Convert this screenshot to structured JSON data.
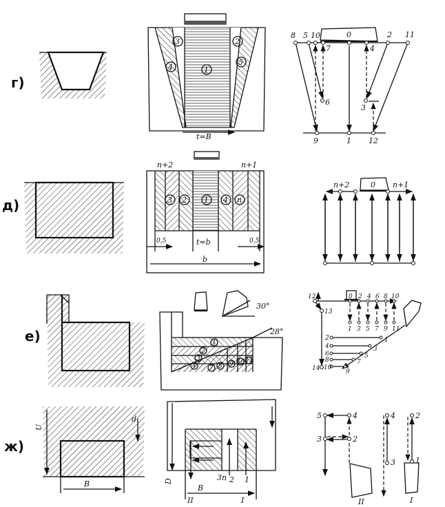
{
  "rows": [
    {
      "label": "г)",
      "middle": {
        "passes": [
          "1",
          "2",
          "3",
          "4",
          "5"
        ],
        "dimension": "t=B"
      },
      "scheme": {
        "points_top": [
          "8",
          "5",
          "10",
          "7",
          "4",
          "2",
          "11"
        ],
        "tool": "0",
        "points_mid": [
          "6",
          "3"
        ],
        "points_bottom": [
          "9",
          "1",
          "12"
        ]
      }
    },
    {
      "label": "д)",
      "middle": {
        "passes": [
          "3",
          "2",
          "1",
          "4",
          "n"
        ],
        "edge_left": "n+2",
        "edge_right": "n+1",
        "allow_left": "0,5",
        "allow_right": "0,5",
        "dimension": "t=b",
        "width": "b"
      },
      "scheme": {
        "tool": "0",
        "left": "n+2",
        "right": "n+1"
      }
    },
    {
      "label": "е)",
      "middle": {
        "passes": [
          "1",
          "2",
          "3",
          "4",
          "7",
          "8",
          "9",
          "10",
          "11"
        ],
        "angle_tool": "30°",
        "angle_wall": "28°"
      },
      "scheme": {
        "tool": "0",
        "start": "12",
        "p13": "13",
        "p14": "14",
        "top": [
          "2",
          "4",
          "6",
          "8",
          "10"
        ],
        "drop": [
          "1",
          "3",
          "5",
          "7",
          "9",
          "11"
        ],
        "left": [
          "2",
          "4",
          "6",
          "8",
          "10"
        ],
        "oblique": [
          "1",
          "3",
          "5",
          "7",
          "9"
        ]
      }
    },
    {
      "label": "ж)",
      "left": {
        "u": "U",
        "d": "d",
        "width": "B"
      },
      "middle": {
        "d": "D",
        "p3": "3п",
        "p2": "2",
        "p1": "1",
        "width": "B",
        "zone2": "II",
        "zone1": "I"
      },
      "scheme": {
        "p5": "5",
        "p4": "4",
        "p3": "3",
        "p2": "2",
        "b4": "4",
        "b3": "3",
        "c2": "2",
        "c1": "1",
        "tool2": "II",
        "tool1": "I"
      }
    }
  ]
}
